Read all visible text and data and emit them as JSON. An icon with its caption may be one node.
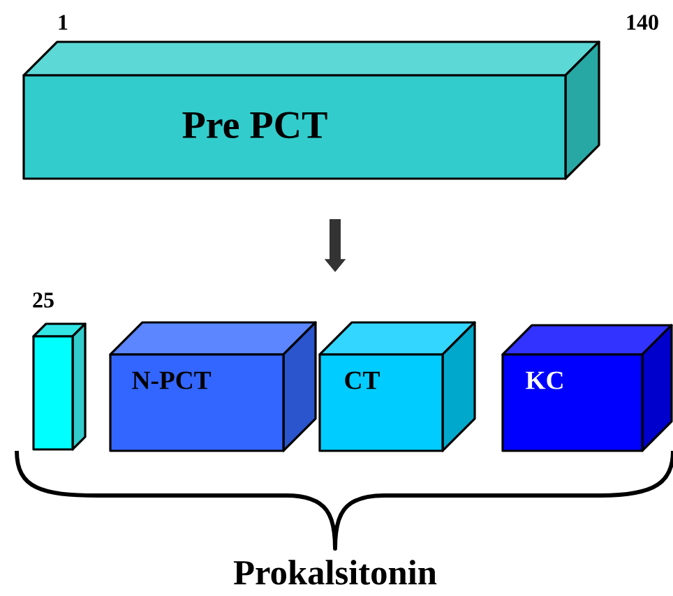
{
  "diagram": {
    "nodes": [
      {
        "text": [
          "Pre PCT"
        ]
      },
      {
        "text": [],
        "shape": "box"
      },
      {
        "text": [
          "N-PCT"
        ]
      },
      {
        "text": [
          "CT"
        ]
      },
      {
        "text": [
          "KC"
        ]
      }
    ],
    "labels": [
      "1",
      "140",
      "25",
      "Prokalsitonin"
    ]
  }
}
